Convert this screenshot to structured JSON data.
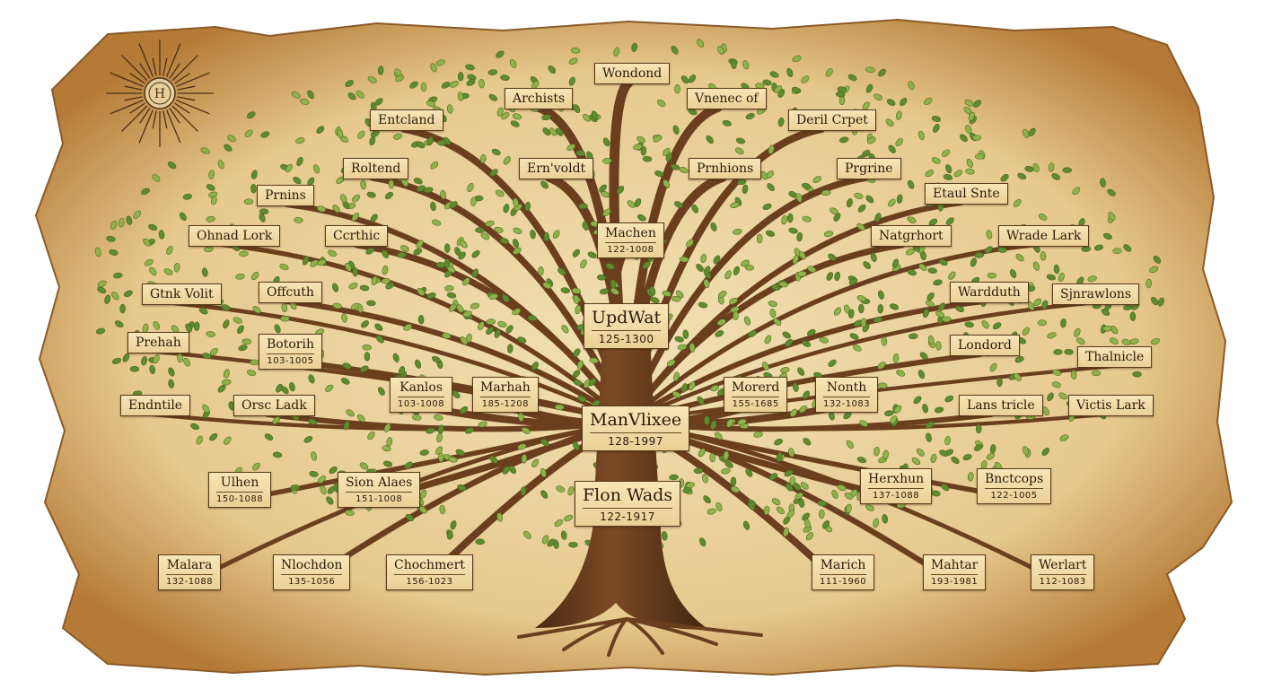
{
  "colors": {
    "parchment": "#ecd7a6",
    "parchment_edge": "#a8692a",
    "bark": "#6b3f1e",
    "leaf": "#8fb04a",
    "leaf_dark": "#5f8a2e",
    "plaque": "#f2ddaa"
  },
  "emblem": {
    "icon": "sun-emblem-icon"
  },
  "nodes": {
    "top_center": {
      "name": "Wondond"
    },
    "archists": {
      "name": "Archists"
    },
    "vnenec": {
      "name": "Vnenec of"
    },
    "entcland": {
      "name": "Entcland"
    },
    "deril_crpet": {
      "name": "Deril Crpet"
    },
    "roltend": {
      "name": "Roltend"
    },
    "ernvoldt": {
      "name": "Ern'voldt"
    },
    "prnhions": {
      "name": "Prnhions"
    },
    "prgrine": {
      "name": "Prgrine"
    },
    "prnins": {
      "name": "Prnins"
    },
    "etaul_snte": {
      "name": "Etaul Snte"
    },
    "ohnad_lork": {
      "name": "Ohnad Lork"
    },
    "ccrthic": {
      "name": "Ccrthic"
    },
    "machen": {
      "name": "Machen",
      "years": "122-1008"
    },
    "natgrhort": {
      "name": "Natgrhort"
    },
    "wrade_lark": {
      "name": "Wrade Lark"
    },
    "gtnk_volit": {
      "name": "Gtnk Volit"
    },
    "offcuth": {
      "name": "Offcuth"
    },
    "wardduth": {
      "name": "Wardduth"
    },
    "sjnrawlons": {
      "name": "Sjnrawlons"
    },
    "updwat": {
      "name": "UpdWat",
      "years": "125-1300"
    },
    "prehah": {
      "name": "Prehah"
    },
    "botorih": {
      "name": "Botorih",
      "years": "103-1005"
    },
    "londord": {
      "name": "Londord"
    },
    "thalnicle": {
      "name": "Thalnicle"
    },
    "kanlos": {
      "name": "Kanlos",
      "years": "103-1008"
    },
    "marhah": {
      "name": "Marhah",
      "years": "185-1208"
    },
    "morerd": {
      "name": "Morerd",
      "years": "155-1685"
    },
    "nonth": {
      "name": "Nonth",
      "years": "132-1083"
    },
    "endntile": {
      "name": "Endntile"
    },
    "orsc_ladk": {
      "name": "Orsc Ladk"
    },
    "lans_tricle": {
      "name": "Lans tricle"
    },
    "victis_lark": {
      "name": "Victis Lark"
    },
    "manvlixee": {
      "name": "ManVlixee",
      "years": "128-1997"
    },
    "ulhen": {
      "name": "Ulhen",
      "years": "150-1088"
    },
    "sion_alaes": {
      "name": "Sion Alaes",
      "years": "151-1008"
    },
    "herxhun": {
      "name": "Herxhun",
      "years": "137-1088"
    },
    "bnctcops": {
      "name": "Bnctcops",
      "years": "122-1005"
    },
    "flon_wads": {
      "name": "Flon Wads",
      "years": "122-1917"
    },
    "malara": {
      "name": "Malara",
      "years": "132-1088"
    },
    "nlochdon": {
      "name": "Nlochdon",
      "years": "135-1056"
    },
    "chochmert": {
      "name": "Chochmert",
      "years": "156-1023"
    },
    "marich": {
      "name": "Marich",
      "years": "111-1960"
    },
    "mahtar": {
      "name": "Mahtar",
      "years": "193-1981"
    },
    "werlart": {
      "name": "Werlart",
      "years": "112-1083"
    }
  }
}
